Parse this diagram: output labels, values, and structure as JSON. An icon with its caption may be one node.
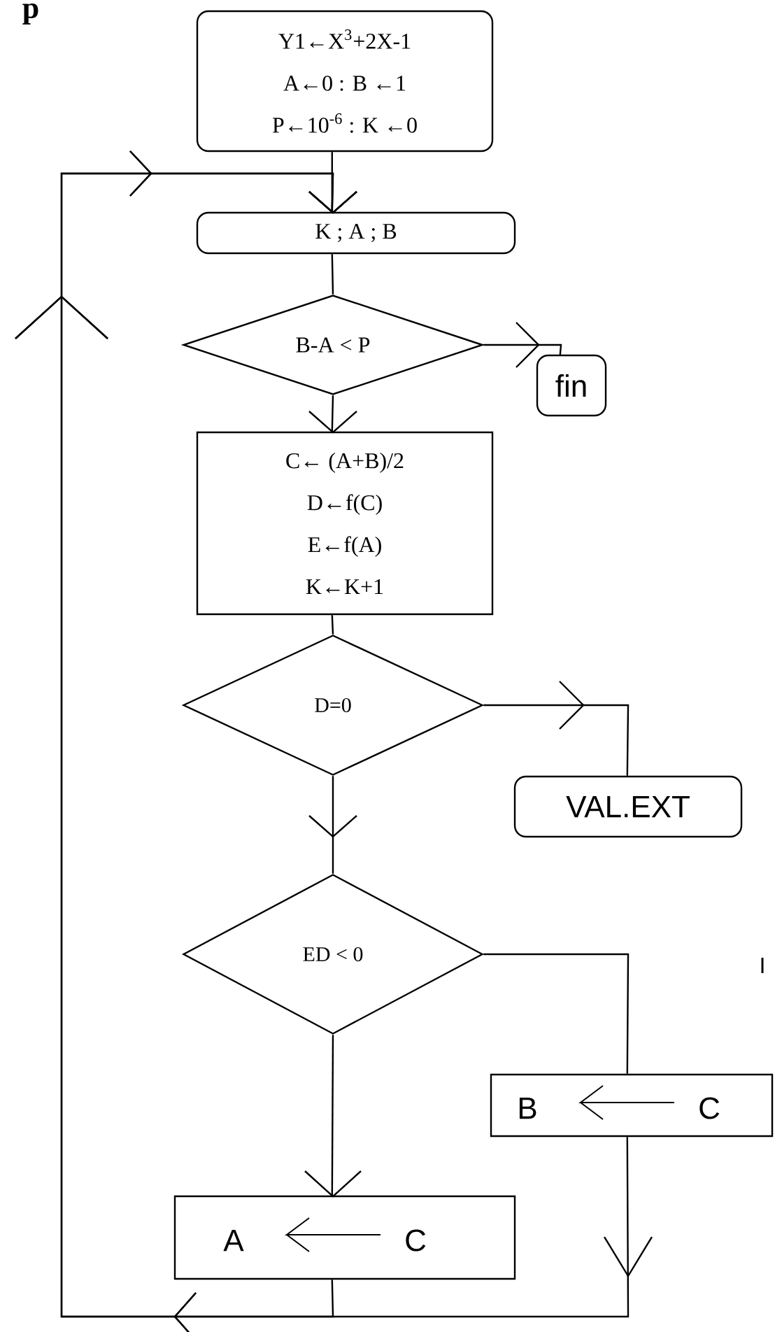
{
  "diagram": {
    "nodes": [
      {
        "text": [
          "Y1←X$^{3}$+2X-1",
          "A←0  :  B ←1",
          "P←10$^{-6}$  :  K ←0"
        ]
      },
      {
        "text": [
          "K  ;  A   ;   B"
        ]
      },
      {
        "text": [
          "B-A < P"
        ]
      },
      {
        "text": [
          "fin"
        ]
      },
      {
        "text": [
          "C← (A+B)/2",
          "D←f(C)",
          "E←f(A)",
          "K←K+1"
        ]
      },
      {
        "text": [
          "D=0"
        ]
      },
      {
        "text": [
          "VAL.EXT"
        ]
      },
      {
        "text": [
          "ED < 0"
        ]
      },
      {
        "text": [
          "B",
          "C"
        ]
      },
      {
        "text": [
          "A",
          "C"
        ]
      }
    ],
    "edges": [
      {
        "from": 0,
        "to": 1,
        "arrow": "to"
      },
      {
        "from": 1,
        "to": 2,
        "arrow": "none"
      },
      {
        "from": 2,
        "to": 3,
        "arrow": "to"
      },
      {
        "from": 2,
        "to": 4,
        "arrow": "to"
      },
      {
        "from": 4,
        "to": 5,
        "arrow": "none"
      },
      {
        "from": 5,
        "to": 6,
        "arrow": "to"
      },
      {
        "from": 5,
        "to": 7,
        "arrow": "to"
      },
      {
        "from": 7,
        "to": 8,
        "arrow": "none"
      },
      {
        "from": 7,
        "to": 9,
        "arrow": "to"
      },
      {
        "from": 8,
        "to": 1,
        "arrow": "to"
      },
      {
        "from": 9,
        "to": 1,
        "arrow": "to"
      }
    ],
    "labels": [
      "p",
      "I"
    ]
  }
}
